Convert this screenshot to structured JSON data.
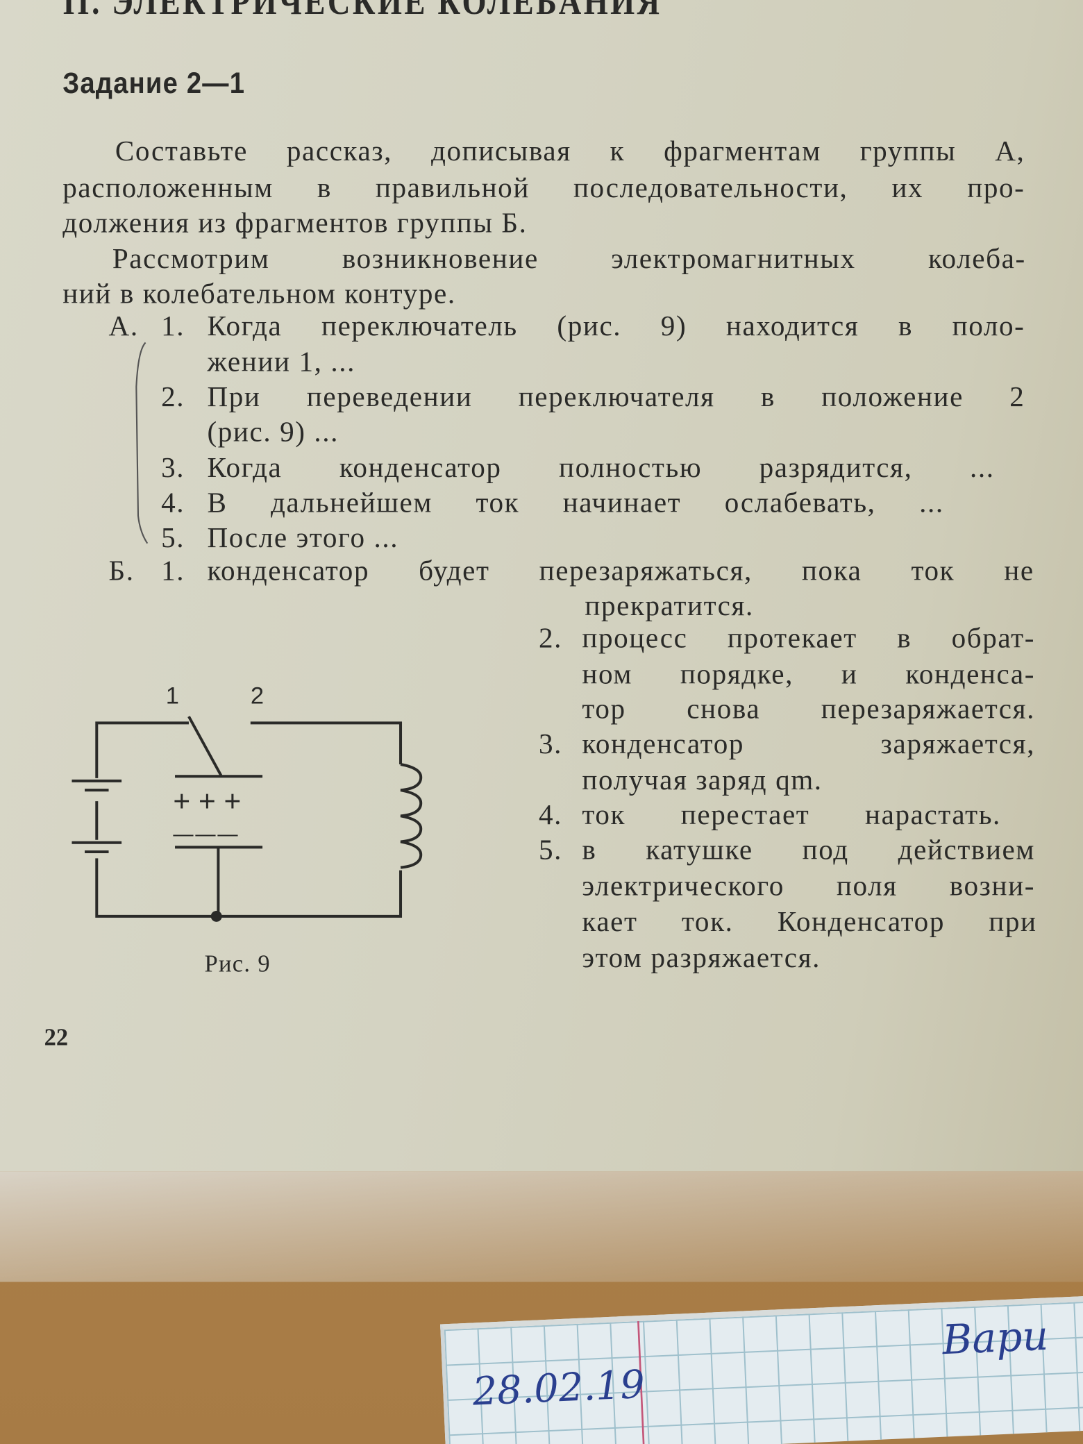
{
  "header": "II. ЭЛЕКТРИЧЕСКИЕ КОЛЕБАНИЯ",
  "task_title": "Задание 2—1",
  "intro_lines": [
    "Составьте рассказ, дописывая к фрагментам группы А,",
    "расположенным в правильной последовательности, их про-",
    "должения из фрагментов группы Б."
  ],
  "context_lines": [
    "Рассмотрим возникновение электромагнитных колеба-",
    "ний в колебательном контуре."
  ],
  "group_a": {
    "label": "А.",
    "items": [
      {
        "num": "1.",
        "lines": [
          "Когда переключатель (рис. 9) находится в поло-",
          "жении 1, ..."
        ]
      },
      {
        "num": "2.",
        "lines": [
          "При переведении переключателя в положение 2",
          "(рис. 9) ..."
        ]
      },
      {
        "num": "3.",
        "lines": [
          "Когда конденсатор полностью разрядится, ..."
        ]
      },
      {
        "num": "4.",
        "lines": [
          "В дальнейшем ток начинает ослабевать, ..."
        ]
      },
      {
        "num": "5.",
        "lines": [
          "После этого ..."
        ]
      }
    ]
  },
  "group_b": {
    "label": "Б.",
    "items": [
      {
        "num": "1.",
        "lines": [
          "конденсатор будет перезаряжаться, пока ток не",
          "прекратится."
        ]
      },
      {
        "num": "2.",
        "lines": [
          "процесс протекает в обрат-",
          "ном порядке, и конденса-",
          "тор снова перезаряжается."
        ]
      },
      {
        "num": "3.",
        "lines": [
          "конденсатор заряжается,",
          "получая заряд qm."
        ]
      },
      {
        "num": "4.",
        "lines": [
          "ток перестает нарастать."
        ]
      },
      {
        "num": "5.",
        "lines": [
          "в катушке под действием",
          "электрического поля возни-",
          "кает ток. Конденсатор при",
          "этом разряжается."
        ]
      }
    ]
  },
  "figure": {
    "switch_pos_1": "1",
    "switch_pos_2": "2",
    "plus_signs": "+ + +",
    "minus_signs": "— — —",
    "caption": "Рис. 9"
  },
  "page_number": "22",
  "notebook": {
    "date": "28.02.19",
    "word": "Вари"
  },
  "colors": {
    "paper": "#d6d5c5",
    "ink": "#2a2a28",
    "pen": "#2a3f8f",
    "table": "#b48a52"
  }
}
